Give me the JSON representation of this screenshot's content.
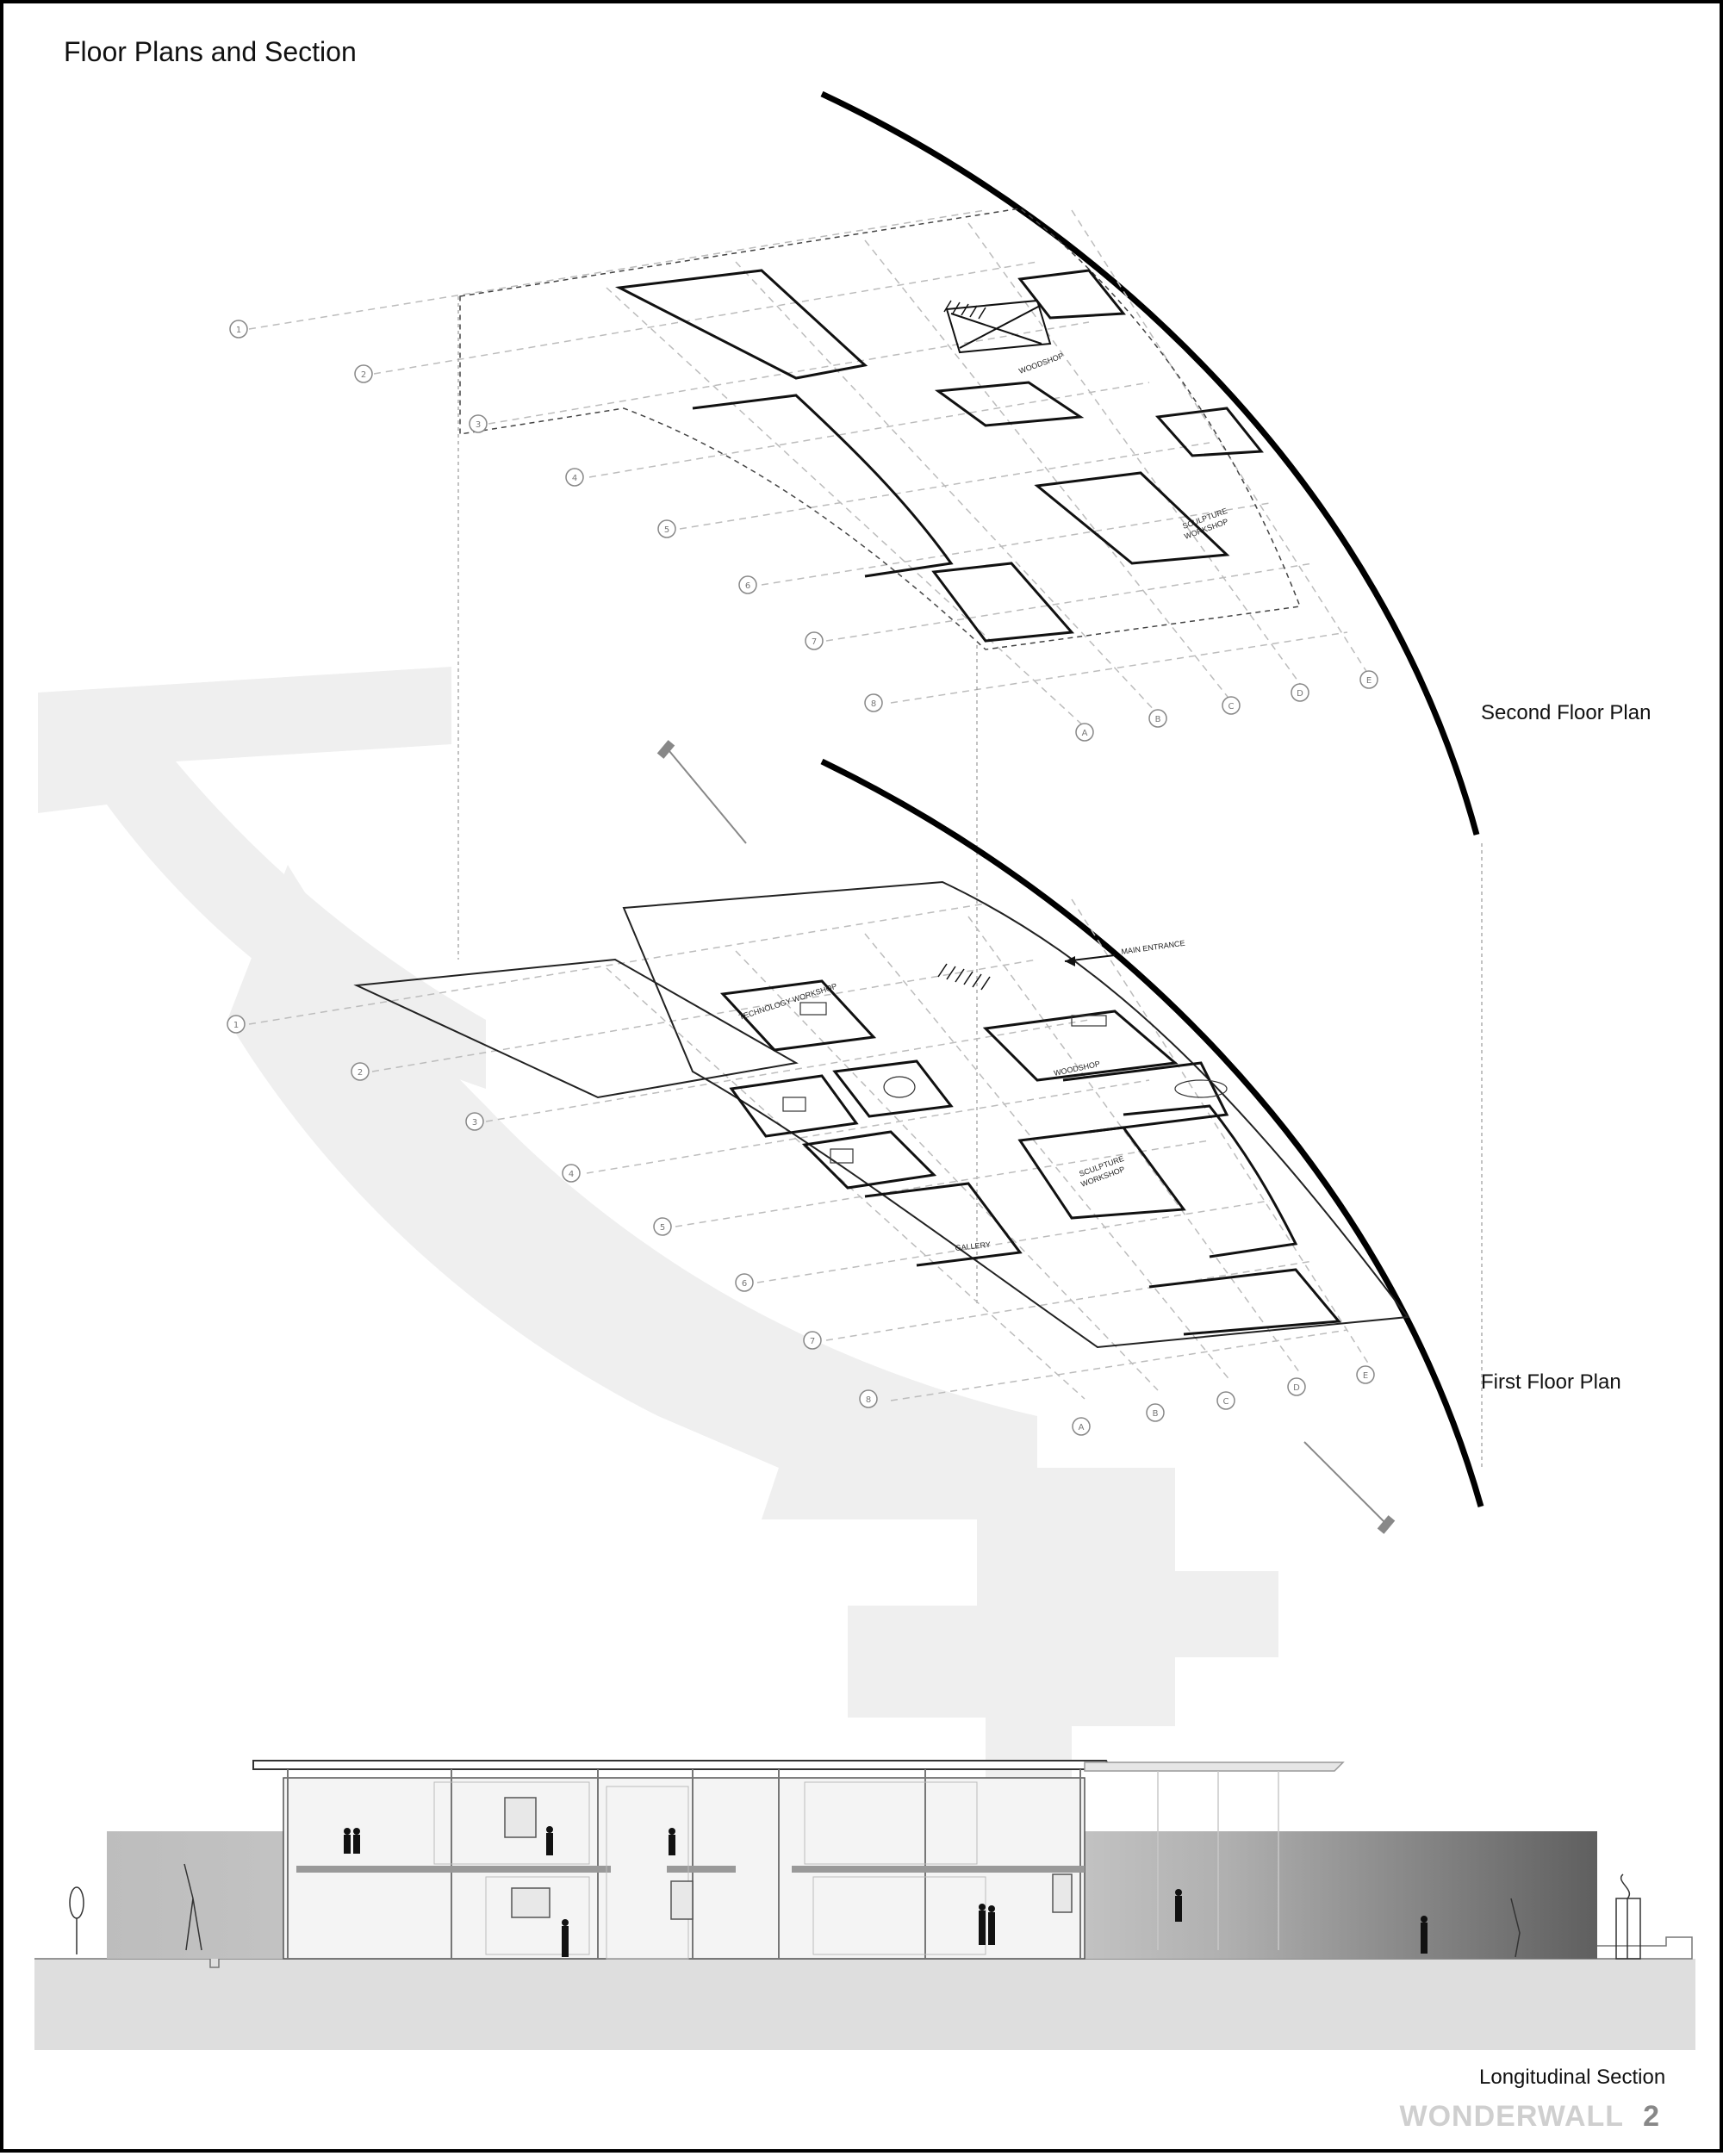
{
  "sheet": {
    "title": "Floor Plans and Section",
    "brand_name": "WONDERWALL",
    "page_number": "2"
  },
  "views": {
    "second_floor": "Second Floor Plan",
    "first_floor": "First Floor Plan",
    "section": "Longitudinal Section"
  },
  "grid_numbers": [
    "1",
    "2",
    "3",
    "4",
    "5",
    "6",
    "7",
    "8"
  ],
  "grid_letters": [
    "A",
    "B",
    "C",
    "D",
    "E"
  ],
  "room_labels": {
    "woodshop": "WOODSHOP",
    "sculpture_workshop_line1": "SCULPTURE",
    "sculpture_workshop_line2": "WORKSHOP",
    "technology_workshop": "TECHNOLOGY WORKSHOP",
    "gallery": "GALLERY",
    "main_entrance": "MAIN ENTRANCE"
  },
  "colors": {
    "ink": "#111111",
    "shadow": "#efefef",
    "grid_line": "#bdbdbd",
    "wall_gray_light": "#c8c8c8",
    "wall_gray_dark": "#6a6a6a",
    "ground": "#dedede",
    "brand_gray": "#cfcfcf"
  }
}
